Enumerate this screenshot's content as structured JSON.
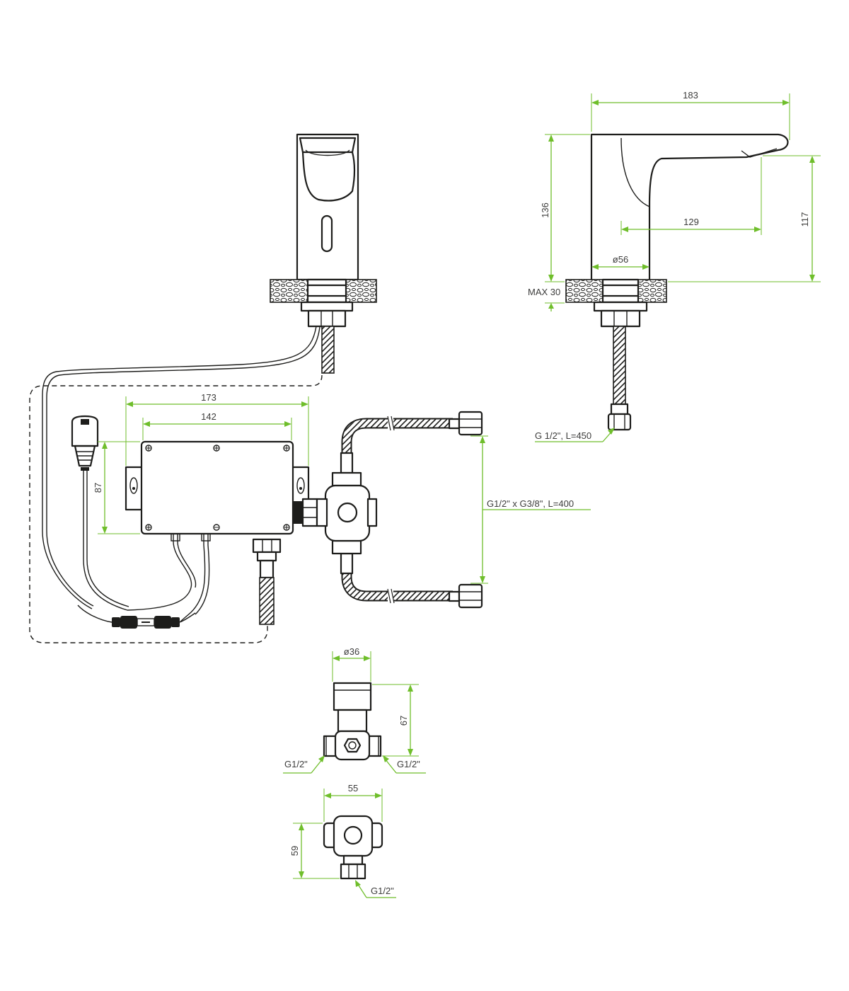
{
  "colors": {
    "dimension": "#6fbe2b",
    "outline": "#1d1d1b",
    "text": "#3c3c3b",
    "background": "#ffffff"
  },
  "dimensions": {
    "spout_length": "183",
    "body_height": "136",
    "outlet_height": "117",
    "outlet_reach": "129",
    "body_diameter": "ø56",
    "max_deck": "MAX 30",
    "supply_hose": "G 1/2\", L=450",
    "box_outer_width": "173",
    "box_inner_width": "142",
    "box_height": "87",
    "connection_hoses": "G1/2\" x G3/8\", L=400",
    "valve_diameter": "ø36",
    "valve_height": "67",
    "valve_port_left": "G1/2\"",
    "valve_port_right": "G1/2\"",
    "valve_width": "55",
    "valve_depth": "59",
    "valve_bottom_port": "G1/2\""
  }
}
